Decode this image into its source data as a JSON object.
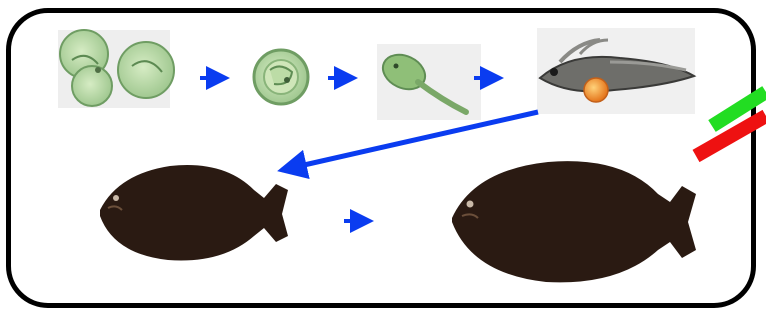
{
  "diagram": {
    "stages": [
      {
        "id": "eggs",
        "icon": "fish-eggs-icon"
      },
      {
        "id": "single-egg",
        "icon": "developing-egg-icon"
      },
      {
        "id": "yolk-larva",
        "icon": "yolk-sac-larva-icon"
      },
      {
        "id": "postlarva",
        "icon": "postlarva-icon"
      },
      {
        "id": "juvenile",
        "icon": "juvenile-flounder-icon"
      },
      {
        "id": "adult",
        "icon": "adult-flounder-icon"
      }
    ],
    "colors": {
      "frame": "#000000",
      "arrow": "#0a3cf0",
      "egg_fill": "#b9dca8",
      "egg_outline": "#6f9d63",
      "flounder": "#2a1a12",
      "yolk": "#f08a1e",
      "marker_green": "#22dd22",
      "marker_red": "#ee1111"
    }
  }
}
